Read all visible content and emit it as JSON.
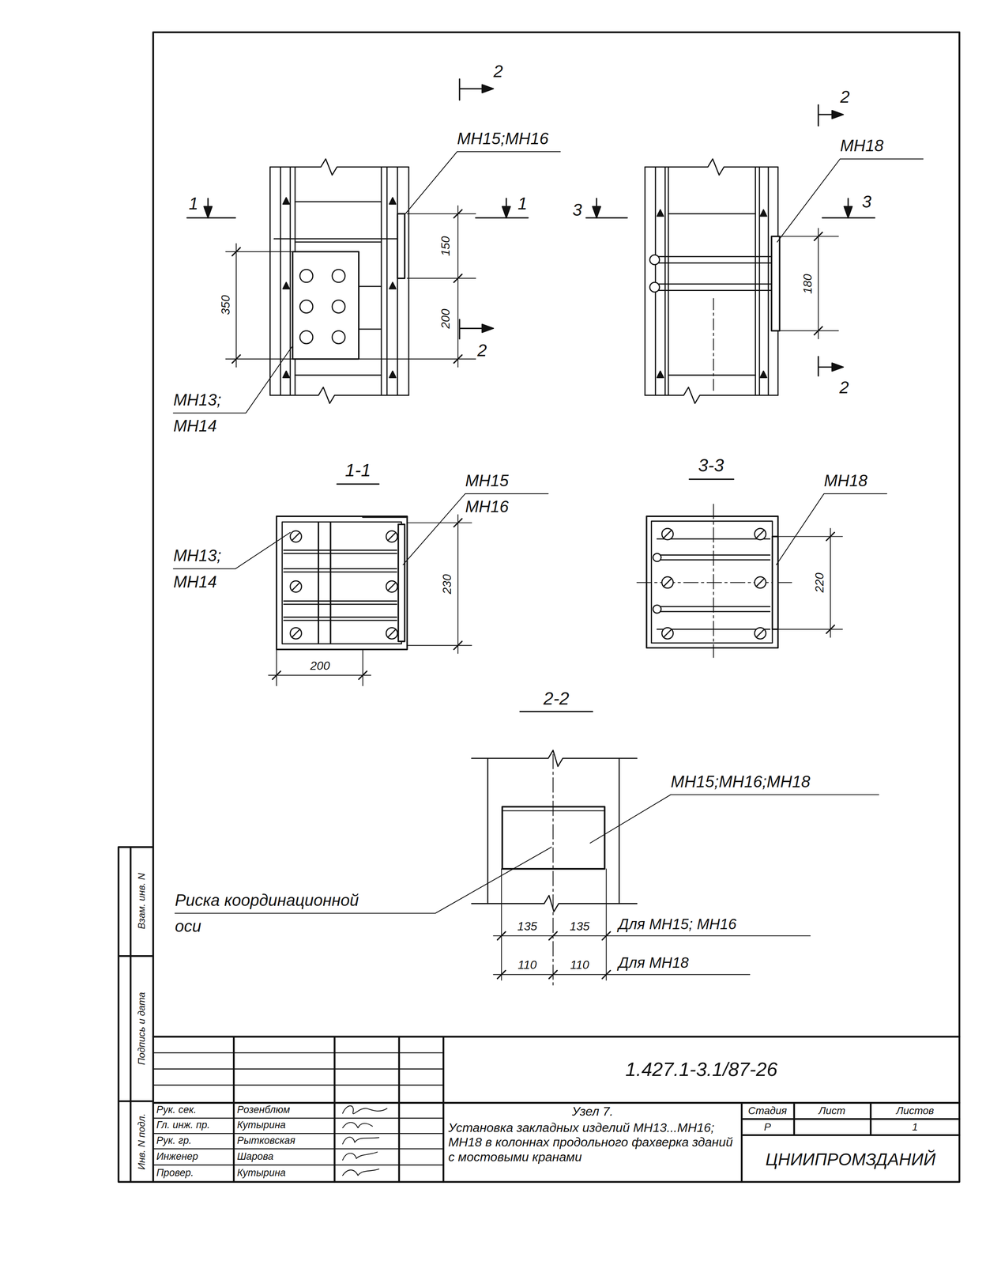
{
  "diagram": {
    "labels": [
      "2",
      "МН15;МН16",
      "1",
      "1",
      "150",
      "350",
      "200",
      "2",
      "МН13; МН14",
      "2",
      "МН18",
      "3",
      "3",
      "180",
      "2",
      "1-1",
      "МН15 МН16",
      "3-3",
      "МН18",
      "МН13; МН14",
      "230",
      "220",
      "200",
      "2-2",
      "МН15;МН16;МН18",
      "Риска координационной оси",
      "135",
      "135",
      "Для МН15; МН16",
      "110",
      "110",
      "Для МН18",
      "Взам. инв. N",
      "Подпись и дата",
      "Инв. N подл.",
      "1.427.1-3.1/87-26",
      "Рук. сек.",
      "Розенблюм",
      "Гл. инж. пр.",
      "Кутырина",
      "Рук. гр.",
      "Рытковская",
      "Инженер",
      "Шарова",
      "Провер.",
      "Кутырина",
      "Узел 7.",
      "Установка закладных изделий МН13...МН16; МН18 в колоннах продольного фахверка зданий с мостовыми кранами",
      "Стадия",
      "Лист",
      "Листов",
      "Р",
      "1",
      "ЦНИИПРОМЗДАНИЙ"
    ]
  }
}
